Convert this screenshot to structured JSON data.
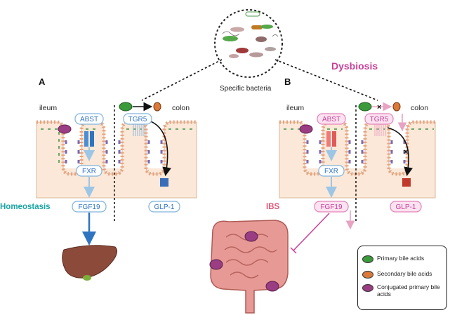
{
  "panel_a": {
    "letter": "A",
    "ileum_label": "ileum",
    "colon_label": "colon",
    "abst": "ABST",
    "fxr": "FXR",
    "fgf19": "FGF19",
    "tgr5": "TGR5",
    "glp1": "GLP-1",
    "state": "Homeostasis"
  },
  "panel_b": {
    "letter": "B",
    "ileum_label": "ileum",
    "colon_label": "colon",
    "abst": "ABST",
    "fxr": "FXR",
    "fgf19": "FGF19",
    "tgr5": "TGR5",
    "glp1": "GLP-1",
    "state": "Dysbiosis",
    "disease": "IBS"
  },
  "bacteria_label": "Specific bacteria",
  "legend": {
    "items": [
      {
        "label": "Primary bile acids",
        "color": "#3b9a3b"
      },
      {
        "label": "Secondary  bile acids",
        "color": "#d9793a"
      },
      {
        "label": "Conjugated primary bile acids",
        "color": "#9b3d83"
      }
    ]
  },
  "colors": {
    "teal": "#1aa3a3",
    "magenta": "#c9409a",
    "blue_box": "#7fb3de",
    "pink_box": "#e582b9"
  }
}
